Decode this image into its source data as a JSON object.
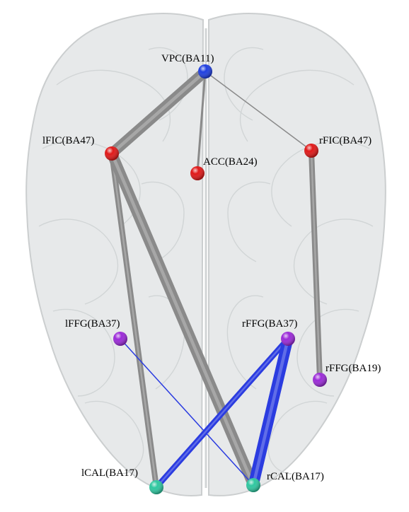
{
  "nodes": [
    {
      "id": "VPC",
      "label": "VPC(BA11)",
      "color": "#1f3fe0"
    },
    {
      "id": "lFIC",
      "label": "lFIC(BA47)",
      "color": "#e01818"
    },
    {
      "id": "ACC",
      "label": "ACC(BA24)",
      "color": "#e01818"
    },
    {
      "id": "rFIC",
      "label": "rFIC(BA47)",
      "color": "#e01818"
    },
    {
      "id": "lFFG37",
      "label": "lFFG(BA37)",
      "color": "#9b2ad8"
    },
    {
      "id": "rFFG37",
      "label": "rFFG(BA37)",
      "color": "#9b2ad8"
    },
    {
      "id": "rFFG19",
      "label": "rFFG(BA19)",
      "color": "#9b2ad8"
    },
    {
      "id": "lCAL",
      "label": "lCAL(BA17)",
      "color": "#2ec7a0"
    },
    {
      "id": "rCAL",
      "label": "rCAL(BA17)",
      "color": "#2ec7a0"
    }
  ],
  "edges": [
    {
      "from": "VPC",
      "to": "lFIC",
      "strength": "strong",
      "color": "#8a8a8a"
    },
    {
      "from": "VPC",
      "to": "ACC",
      "strength": "weak",
      "color": "#8a8a8a"
    },
    {
      "from": "VPC",
      "to": "rFIC",
      "strength": "thin",
      "color": "#8a8a8a"
    },
    {
      "from": "lFIC",
      "to": "lCAL",
      "strength": "medium",
      "color": "#8a8a8a"
    },
    {
      "from": "lFIC",
      "to": "rCAL",
      "strength": "strong",
      "color": "#8a8a8a"
    },
    {
      "from": "rFIC",
      "to": "rFFG19",
      "strength": "medium",
      "color": "#8a8a8a"
    },
    {
      "from": "lFFG37",
      "to": "rCAL",
      "strength": "thin",
      "color": "#2b3ce0"
    },
    {
      "from": "rFFG37",
      "to": "lCAL",
      "strength": "medium",
      "color": "#2b3ce0"
    },
    {
      "from": "rFFG37",
      "to": "rCAL",
      "strength": "strong",
      "color": "#2b3ce0"
    }
  ]
}
